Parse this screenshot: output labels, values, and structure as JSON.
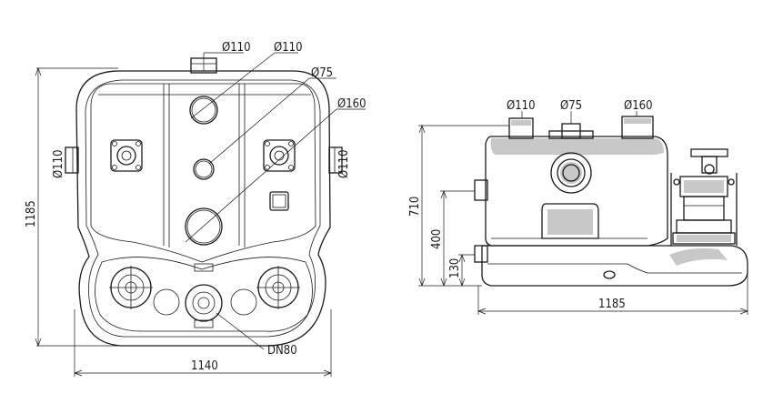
{
  "top_view": {
    "labels": {
      "inlet_top": "Ø110",
      "inlet_top2": "Ø110",
      "inlet_75": "Ø75",
      "inlet_160": "Ø160",
      "inlet_left": "Ø110",
      "inlet_right": "Ø110",
      "outlet": "DN80",
      "height": "1185",
      "width": "1140"
    }
  },
  "side_view": {
    "labels": {
      "inlet_110": "Ø110",
      "inlet_75": "Ø75",
      "inlet_160": "Ø160",
      "h_total": "710",
      "h_inlet": "400",
      "h_outlet": "130",
      "length": "1185"
    }
  }
}
